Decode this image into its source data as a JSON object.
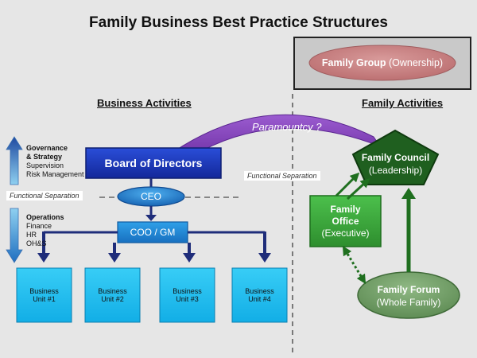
{
  "title": "Family Business Best Practice Structures",
  "family_group": {
    "name": "Family Group",
    "detail": "(Ownership)"
  },
  "sections": {
    "business": "Business Activities",
    "family": "Family Activities"
  },
  "paramountcy": "Paramountcy ?",
  "board": "Board of Directors",
  "ceo": "CEO",
  "coo": "COO / GM",
  "governance": {
    "heading_line1": "Governance",
    "heading_line2": "& Strategy",
    "items": [
      "Supervision",
      "Risk Management"
    ]
  },
  "operations": {
    "heading": "Operations",
    "items": [
      "Finance",
      "HR",
      "OH&S"
    ]
  },
  "functional_separation": [
    "Functional Separation",
    "Functional Separation"
  ],
  "business_units": [
    {
      "line1": "Business",
      "line2": "Unit #1"
    },
    {
      "line1": "Business",
      "line2": "Unit #2"
    },
    {
      "line1": "Business",
      "line2": "Unit #3"
    },
    {
      "line1": "Business",
      "line2": "Unit #4"
    }
  ],
  "family_council": {
    "line1": "Family Council",
    "line2": "(Leadership)"
  },
  "family_office": {
    "line1": "Family",
    "line2": "Office",
    "line3": "(Executive)"
  },
  "family_forum": {
    "line1": "Family Forum",
    "line2": "(Whole Family)"
  },
  "colors": {
    "board": "#1a3bc4",
    "ceo": "#1f7fd0",
    "business_unit": "#19bff0",
    "arrow_navy": "#1f2d7a",
    "paramountcy": "#7a3ab0",
    "council": "#1f5f1f",
    "office": "#3aa63a",
    "forum": "#6f9a64",
    "family_group": "#c0787a"
  }
}
